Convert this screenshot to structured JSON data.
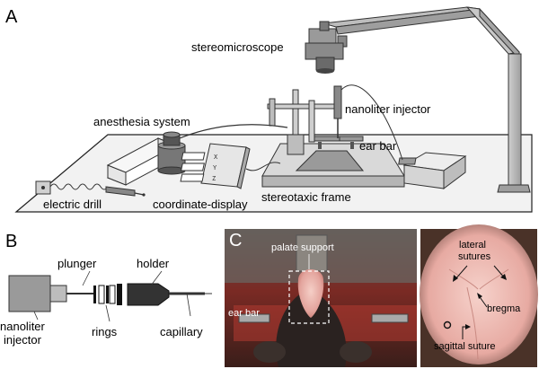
{
  "panels": {
    "a": {
      "letter": "A",
      "labels": {
        "stereomicroscope": "stereomicroscope",
        "anesthesia_system": "anesthesia system",
        "nanoliter_injector": "nanoliter injector",
        "ear_bar": "ear bar",
        "electric_drill": "electric drill",
        "coordinate_display": "coordinate-display",
        "stereotaxic_frame": "stereotaxic frame"
      },
      "display_axes": [
        "X",
        "Y",
        "Z"
      ]
    },
    "b": {
      "letter": "B",
      "labels": {
        "plunger": "plunger",
        "holder": "holder",
        "nanoliter_line1": "nanoliter",
        "nanoliter_line2": "injector",
        "rings": "rings",
        "capillary": "capillary"
      }
    },
    "c": {
      "letter": "C",
      "labels": {
        "palate_support": "palate support",
        "ear_bar": "ear bar",
        "lateral_line1": "lateral",
        "lateral_line2": "sutures",
        "bregma": "bregma",
        "sagittal_suture": "sagittal suture"
      }
    }
  },
  "colors": {
    "table_top": "#f2f2f2",
    "frame_gray": "#bdbdbd",
    "dark_gray": "#555555",
    "photo_bg_dark": "#3b2a22",
    "photo_pink": "#e9b3ae",
    "photo_red": "#b8322e"
  }
}
